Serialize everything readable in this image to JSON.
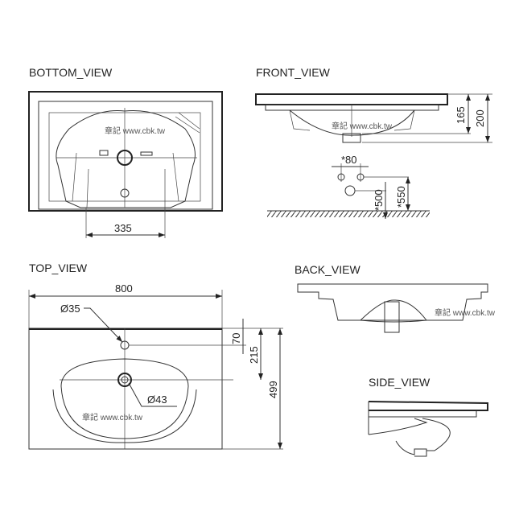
{
  "views": {
    "bottom": {
      "title": "BOTTOM_VIEW",
      "dim_width": "335",
      "watermark": "章記 www.cbk.tw"
    },
    "front": {
      "title": "FRONT_VIEW",
      "dim_height_inner": "165",
      "dim_height_outer": "200",
      "dim_spacing": "*80",
      "dim_drain_height": "*500",
      "dim_supply_height": "*550",
      "watermark": "章記 www.cbk.tw"
    },
    "top": {
      "title": "TOP_VIEW",
      "dim_width": "800",
      "dim_faucet_hole": "Ø35",
      "dim_faucet_offset": "70",
      "dim_drain_offset": "215",
      "dim_depth": "499",
      "dim_drain_hole": "Ø43",
      "watermark": "章記 www.cbk.tw"
    },
    "back": {
      "title": "BACK_VIEW",
      "watermark": "章記 www.cbk.tw"
    },
    "side": {
      "title": "SIDE_VIEW"
    }
  }
}
